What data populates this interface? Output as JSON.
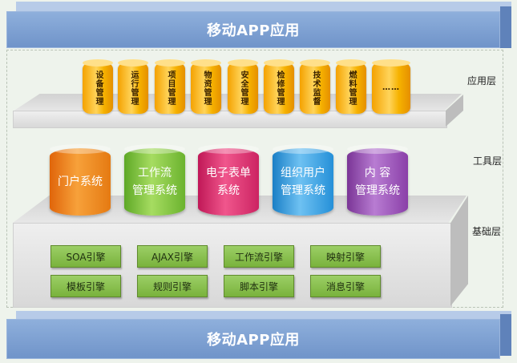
{
  "top_bar": {
    "label": "移动APP应用"
  },
  "bottom_bar": {
    "label": "移动APP应用"
  },
  "layer_labels": {
    "app": "应用层",
    "tool": "工具层",
    "base": "基础层"
  },
  "apps": [
    {
      "label": "设备管理"
    },
    {
      "label": "运行管理"
    },
    {
      "label": "项目管理"
    },
    {
      "label": "物资管理"
    },
    {
      "label": "安全管理"
    },
    {
      "label": "检修管理"
    },
    {
      "label": "技术监督"
    },
    {
      "label": "燃料管理"
    },
    {
      "label": "……"
    }
  ],
  "tools": [
    {
      "label": "门户系统",
      "color": "#f08a1e"
    },
    {
      "label": "工作流\n管理系统",
      "color": "#7cc13b"
    },
    {
      "label": "电子表单\n系统",
      "color": "#e2346f"
    },
    {
      "label": "组织用户\n管理系统",
      "color": "#2f9ee0"
    },
    {
      "label": "内  容\n管理系统",
      "color": "#9a4fb6"
    }
  ],
  "engines": [
    {
      "label": "SOA引擎"
    },
    {
      "label": "AJAX引擎"
    },
    {
      "label": "工作流引擎"
    },
    {
      "label": "映射引擎"
    },
    {
      "label": "模板引擎"
    },
    {
      "label": "规则引擎"
    },
    {
      "label": "脚本引擎"
    },
    {
      "label": "消息引擎"
    }
  ]
}
